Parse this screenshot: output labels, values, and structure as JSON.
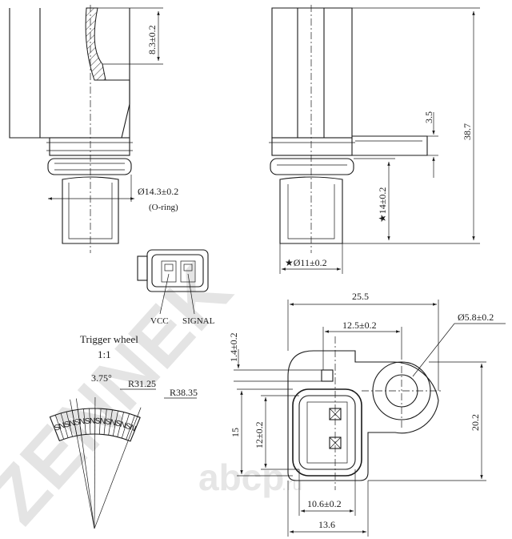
{
  "watermark": {
    "brand": "ZENNEK",
    "site": "abcp",
    "site_suffix": ".ru"
  },
  "view_front": {
    "dim_top": "8.3±0.2",
    "dim_oring": "Ø14.3±0.2",
    "oring_label": "(O-ring)"
  },
  "view_side": {
    "dim_flange": "3.5",
    "dim_height": "38.7",
    "dim_tip": "★14±0.2",
    "dim_diam": "★Ø11±0.2"
  },
  "connector": {
    "pin_vcc": "VCC",
    "pin_signal": "SIGNAL"
  },
  "trigger_wheel": {
    "title": "Trigger wheel",
    "scale": "1:1",
    "angle": "3.75°",
    "r_inner": "R31.25",
    "r_outer": "R38.35",
    "poles": [
      "S",
      "N",
      "S",
      "N",
      "S",
      "N",
      "S",
      "N",
      "S",
      "N",
      "S",
      "N",
      "S",
      "N",
      "S",
      "N"
    ]
  },
  "view_top": {
    "dim_width": "25.5",
    "dim_pitch": "12.5±0.2",
    "dim_hole": "Ø5.8±0.2",
    "dim_offset": "1.4±0.2",
    "dim_15": "15",
    "dim_12": "12±0.2",
    "dim_20": "20.2",
    "dim_106": "10.6±0.2",
    "dim_136": "13.6"
  }
}
